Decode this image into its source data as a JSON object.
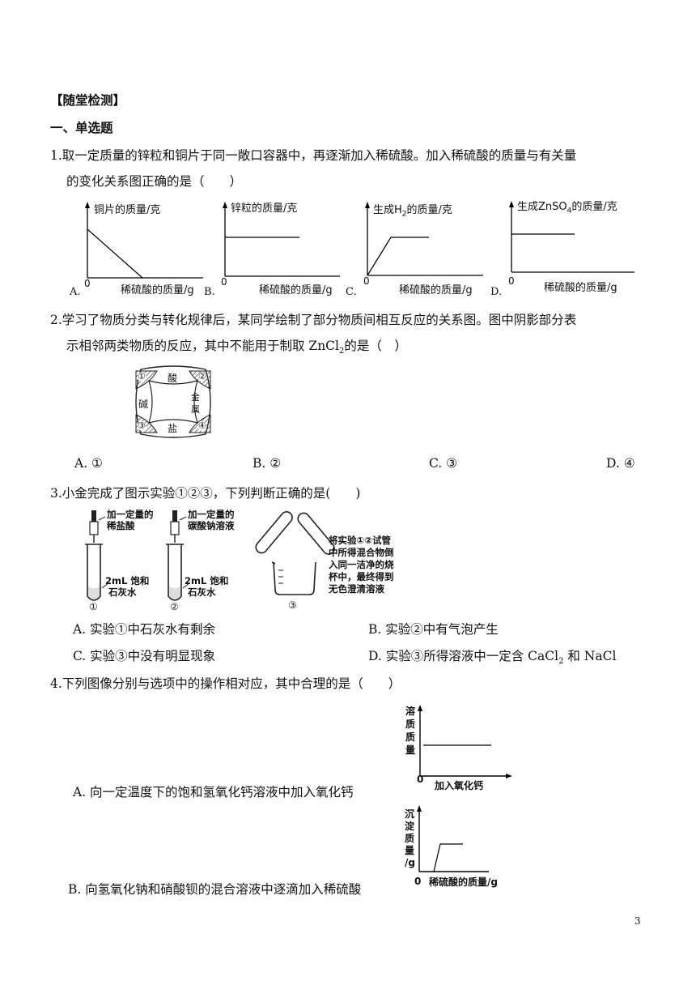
{
  "section_header": "【随堂检测】",
  "section_type": "一、单选题",
  "q1": {
    "line1": "1.取一定质量的锌粒和铜片于同一敞口容器中，再逐渐加入稀硫酸。加入稀硫酸的质量与有关量",
    "line2": "的变化关系图正确的是（　　）",
    "x_label": "稀硫酸的质量/g",
    "origin": "0",
    "graphs": [
      {
        "letter": "A.",
        "ylabel": "铜片的质量/克"
      },
      {
        "letter": "B.",
        "ylabel": "锌粒的质量/克"
      },
      {
        "letter": "C.",
        "ylabel_pre": "生成H",
        "ylabel_sub": "2",
        "ylabel_post": "的质量/克"
      },
      {
        "letter": "D.",
        "ylabel_pre": "生成ZnSO",
        "ylabel_sub": "4",
        "ylabel_post": "的质量/克"
      }
    ]
  },
  "q2": {
    "line1": "2.学习了物质分类与转化规律后，某同学绘制了部分物质间相互反应的关系图。图中阴影部分表",
    "line2_pre": "示相邻两类物质的反应，其中不能用于制取 ZnCl",
    "line2_sub": "2",
    "line2_post": "的是（　）",
    "diagram": {
      "top": "酸",
      "left": "碱",
      "right_1": "金",
      "right_2": "属",
      "bottom": "盐",
      "c1": "①",
      "c2": "②",
      "c3": "③",
      "c4": "④"
    },
    "options": [
      "A. ①",
      "B. ②",
      "C. ③",
      "D. ④"
    ]
  },
  "q3": {
    "stem": "3.小金完成了图示实验①②③，下列判断正确的是(　　)",
    "fig": {
      "drop1_a": "加一定量的",
      "drop1_b": "稀盐酸",
      "drop2_a": "加一定量的",
      "drop2_b": "碳酸钠溶液",
      "tube_a": "2mL 饱和",
      "tube_b": "石灰水",
      "n1": "①",
      "n2": "②",
      "n3": "③",
      "note": [
        "将实验①②试管",
        "中所得混合物倒",
        "入同一洁净的烧",
        "杯中，最终得到",
        "无色澄清溶液"
      ]
    },
    "optA": "A. 实验①中石灰水有剩余",
    "optB": "B. 实验②中有气泡产生",
    "optC": "C. 实验③中没有明显现象",
    "optD_pre": "D. 实验③所得溶液中一定含 CaCl",
    "optD_sub": "2",
    "optD_post": " 和 NaCl"
  },
  "q4": {
    "stem": "4.下列图像分别与选项中的操作相对应，其中合理的是（　　）",
    "optA": "A. 向一定温度下的饱和氢氧化钙溶液中加入氧化钙",
    "graphA": {
      "y1": "溶",
      "y2": "质",
      "y3": "质",
      "y4": "量",
      "origin": "0",
      "x": "加入氧化钙"
    },
    "optB": "B. 向氢氧化钠和硝酸钡的混合溶液中逐滴加入稀硫酸",
    "graphB": {
      "y1": "沉",
      "y2": "淀",
      "y3": "质",
      "y4": "量",
      "y5": "/g",
      "origin": "0",
      "x": "稀硫酸的质量/g"
    }
  },
  "page_number": "3"
}
